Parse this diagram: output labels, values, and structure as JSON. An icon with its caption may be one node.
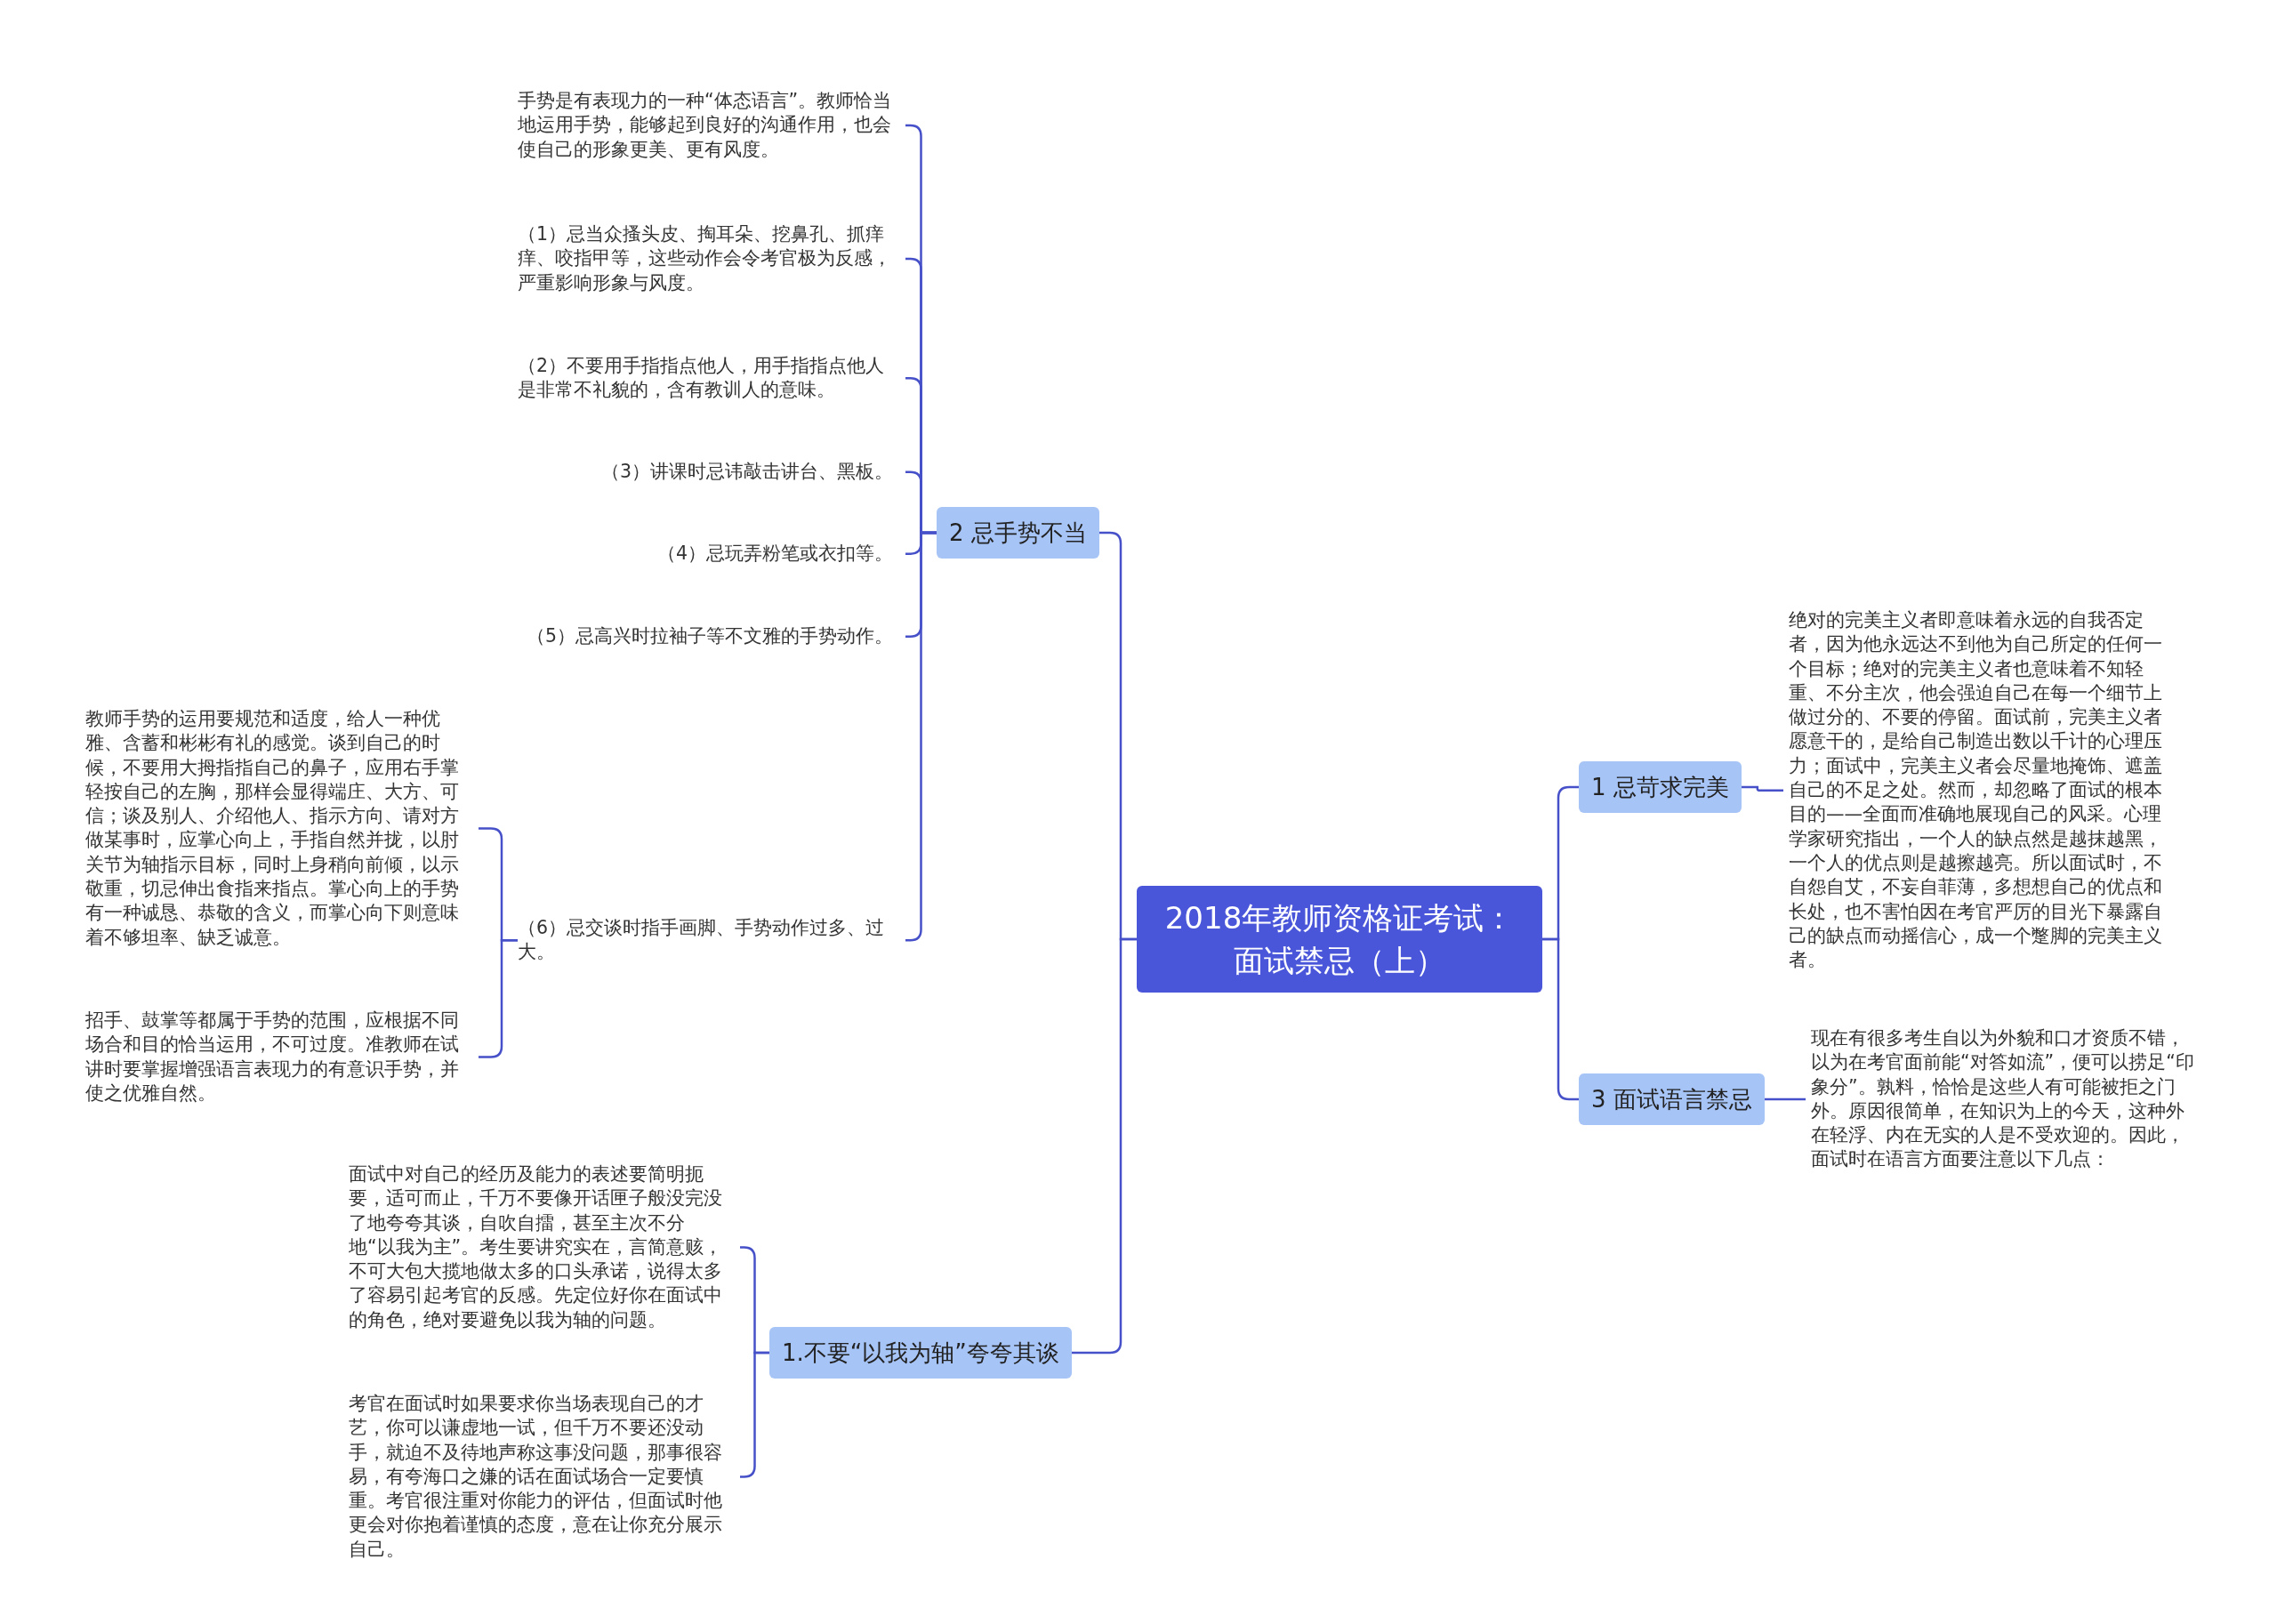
{
  "diagram": {
    "nodes": [
      {
        "text": [
          "2018年教师资格证考试：面试禁忌（上）"
        ]
      },
      {
        "text": [
          "2 忌手势不当"
        ]
      },
      {
        "text": [
          "手势是有表现力的一种“体态语言”。教师恰当地运用手势，能够起到良好的沟通作用，也会使自己的形象更美、更有风度。"
        ]
      },
      {
        "text": [
          "（1）忌当众搔头皮、掏耳朵、挖鼻孔、抓痒痒、咬指甲等，这些动作会令考官极为反感，严重影响形象与风度。"
        ]
      },
      {
        "text": [
          "（2）不要用手指指点他人，用手指指点他人是非常不礼貌的，含有教训人的意味。"
        ]
      },
      {
        "text": [
          "（3）讲课时忌讳敲击讲台、黑板。"
        ]
      },
      {
        "text": [
          "（4）忌玩弄粉笔或衣扣等。"
        ]
      },
      {
        "text": [
          "（5）忌高兴时拉袖子等不文雅的手势动作。"
        ]
      },
      {
        "text": [
          "（6）忌交谈时指手画脚、手势动作过多、过大。"
        ]
      },
      {
        "text": [
          "教师手势的运用要规范和适度，给人一种优雅、含蓄和彬彬有礼的感觉。谈到自己的时候，不要用大拇指指自己的鼻子，应用右手掌轻按自己的左胸，那样会显得端庄、大方、可信；谈及别人、介绍他人、指示方向、请对方做某事时，应掌心向上，手指自然并拢，以肘关节为轴指示目标，同时上身稍向前倾，以示敬重，切忌伸出食指来指点。掌心向上的手势有一种诚恳、恭敬的含义，而掌心向下则意味着不够坦率、缺乏诚意。"
        ]
      },
      {
        "text": [
          "招手、鼓掌等都属于手势的范围，应根据不同场合和目的恰当运用，不可过度。准教师在试讲时要掌握增强语言表现力的有意识手势，并使之优雅自然。"
        ]
      },
      {
        "text": [
          "1.不要“以我为轴”夸夸其谈"
        ]
      },
      {
        "text": [
          "面试中对自己的经历及能力的表述要简明扼要，适可而止，千万不要像开话匣子般没完没了地夸夸其谈，自吹自擂，甚至主次不分地“以我为主”。考生要讲究实在，言简意赅，不可大包大揽地做太多的口头承诺，说得太多了容易引起考官的反感。先定位好你在面试中的角色，绝对要避免以我为轴的问题。"
        ]
      },
      {
        "text": [
          "考官在面试时如果要求你当场表现自己的才艺，你可以谦虚地一试，但千万不要还没动手，就迫不及待地声称这事没问题，那事很容易，有夸海口之嫌的话在面试场合一定要慎重。考官很注重对你能力的评估，但面试时他更会对你抱着谨慎的态度，意在让你充分展示自己。"
        ]
      },
      {
        "text": [
          "1 忌苛求完美"
        ]
      },
      {
        "text": [
          "绝对的完美主义者即意味着永远的自我否定者，因为他永远达不到他为自己所定的任何一个目标；绝对的完美主义者也意味着不知轻重、不分主次，他会强迫自己在每一个细节上做过分的、不要的停留。面试前，完美主义者愿意干的，是给自己制造出数以千计的心理压力；面试中，完美主义者会尽量地掩饰、遮盖自己的不足之处。然而，却忽略了面试的根本目的——全面而准确地展现自己的风采。心理学家研究指出，一个人的缺点然是越抹越黑，一个人的优点则是越擦越亮。所以面试时，不自怨自艾，不妄自菲薄，多想想自己的优点和长处，也不害怕因在考官严厉的目光下暴露自己的缺点而动摇信心，成一个蹩脚的完美主义者。"
        ]
      },
      {
        "text": [
          "3 面试语言禁忌"
        ]
      },
      {
        "text": [
          "现在有很多考生自以为外貌和口才资质不错，以为在考官面前能“对答如流”，便可以捞足“印象分”。孰料，恰恰是这些人有可能被拒之门外。原因很简单，在知识为上的今天，这种外在轻浮、内在无实的人是不受欢迎的。因此，面试时在语言方面要注意以下几点："
        ]
      }
    ],
    "edges": [
      {
        "from": 0,
        "to": 1,
        "arrow": "none"
      },
      {
        "from": 1,
        "to": 2,
        "arrow": "none"
      },
      {
        "from": 1,
        "to": 3,
        "arrow": "none"
      },
      {
        "from": 1,
        "to": 4,
        "arrow": "none"
      },
      {
        "from": 1,
        "to": 5,
        "arrow": "none"
      },
      {
        "from": 1,
        "to": 6,
        "arrow": "none"
      },
      {
        "from": 1,
        "to": 7,
        "arrow": "none"
      },
      {
        "from": 1,
        "to": 8,
        "arrow": "none"
      },
      {
        "from": 8,
        "to": 9,
        "arrow": "none"
      },
      {
        "from": 8,
        "to": 10,
        "arrow": "none"
      },
      {
        "from": 0,
        "to": 11,
        "arrow": "none"
      },
      {
        "from": 11,
        "to": 12,
        "arrow": "none"
      },
      {
        "from": 11,
        "to": 13,
        "arrow": "none"
      },
      {
        "from": 0,
        "to": 14,
        "arrow": "none"
      },
      {
        "from": 14,
        "to": 15,
        "arrow": "none"
      },
      {
        "from": 0,
        "to": 16,
        "arrow": "none"
      },
      {
        "from": 16,
        "to": 17,
        "arrow": "none"
      }
    ]
  }
}
